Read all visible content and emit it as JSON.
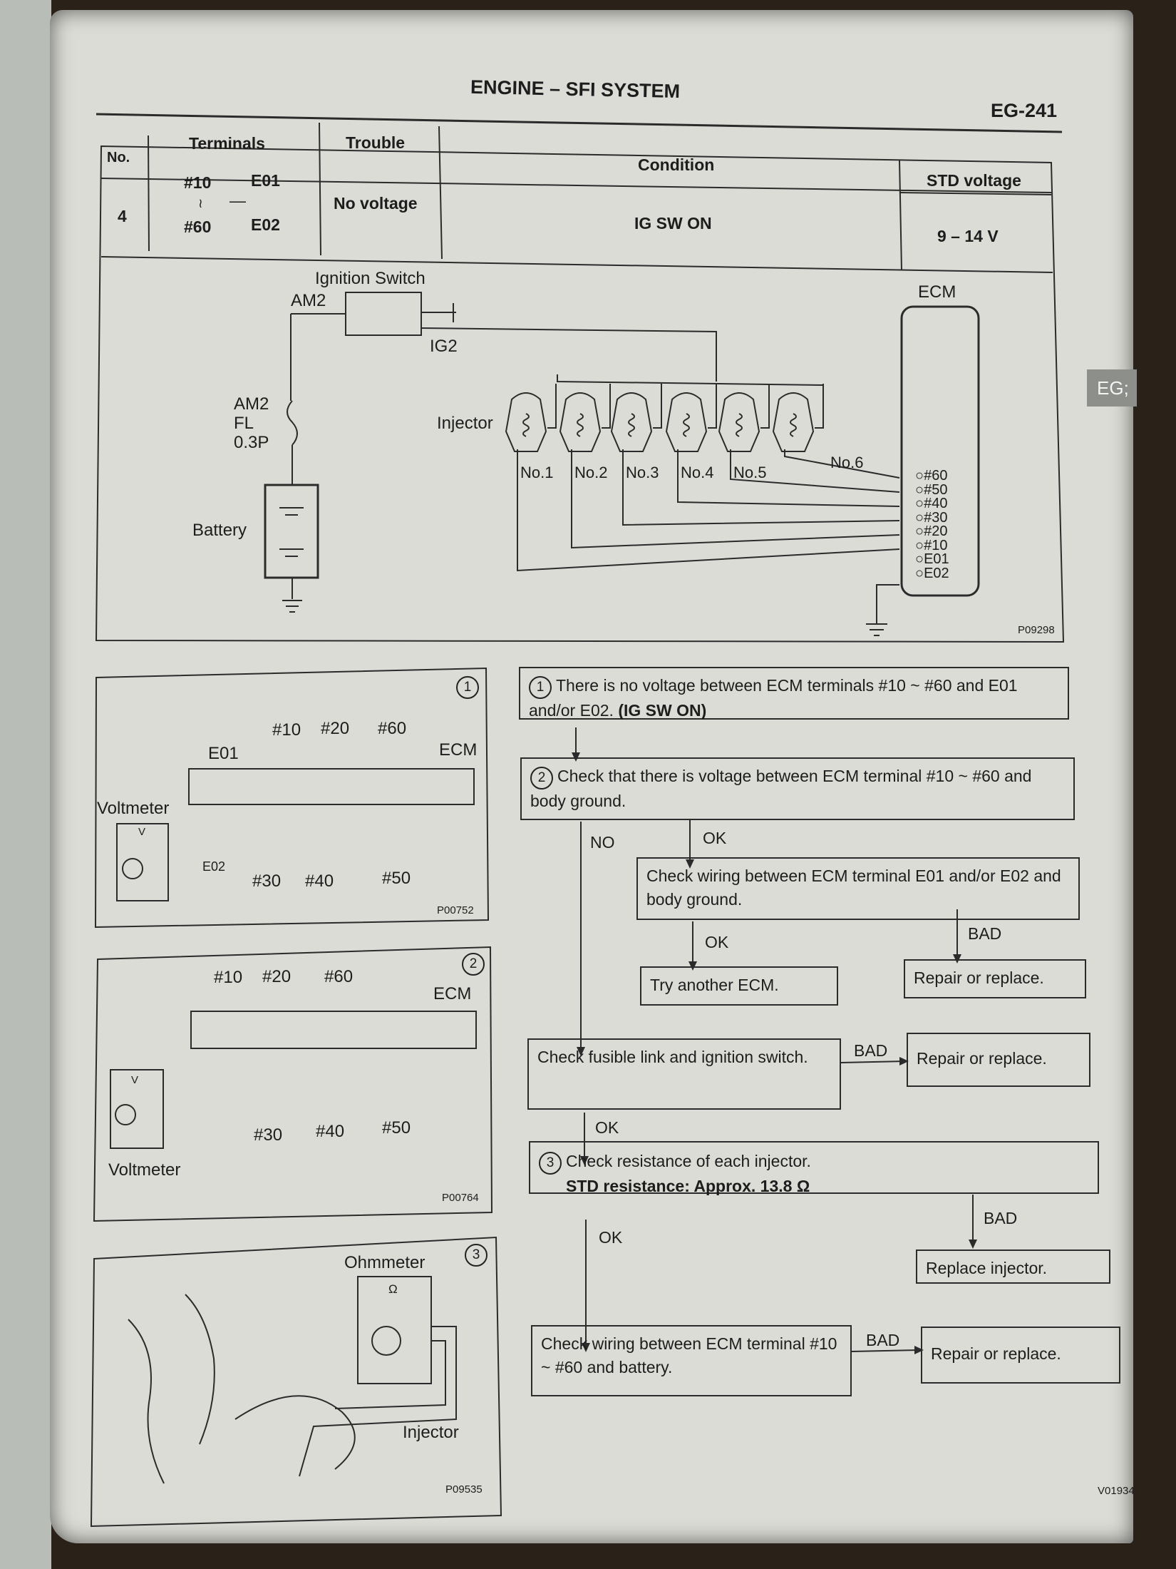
{
  "header": {
    "title": "ENGINE – SFI SYSTEM",
    "page_code": "EG-241"
  },
  "side_tab": "EG;",
  "table": {
    "headers": {
      "no": "No.",
      "terminals": "Terminals",
      "trouble": "Trouble",
      "condition": "Condition",
      "std_voltage": "STD voltage"
    },
    "row": {
      "no": "4",
      "term_a1": "#10",
      "term_a2": "E01",
      "term_sep1": "≀",
      "term_sep2": "—",
      "term_b1": "#60",
      "term_b2": "E02",
      "trouble": "No voltage",
      "condition": "IG SW ON",
      "std_voltage": "9 – 14 V"
    }
  },
  "circuit": {
    "ignition_switch": "Ignition Switch",
    "am2": "AM2",
    "ig2": "IG2",
    "fuse": {
      "l1": "AM2",
      "l2": "FL",
      "l3": "0.3P"
    },
    "battery": "Battery",
    "injector": "Injector",
    "ecm": "ECM",
    "injectors": [
      "No.1",
      "No.2",
      "No.3",
      "No.4",
      "No.5",
      "No.6"
    ],
    "ecm_terminals": [
      "#60",
      "#50",
      "#40",
      "#30",
      "#20",
      "#10",
      "E01",
      "E02"
    ],
    "fig_code": "P09298"
  },
  "fig1": {
    "num": "1",
    "t10": "#10",
    "t20": "#20",
    "t60": "#60",
    "e01": "E01",
    "e02": "E02",
    "ecm": "ECM",
    "voltmeter": "Voltmeter",
    "meter_symbol": "V",
    "t30": "#30",
    "t40": "#40",
    "t50": "#50",
    "code": "P00752"
  },
  "fig2": {
    "num": "2",
    "t10": "#10",
    "t20": "#20",
    "t60": "#60",
    "ecm": "ECM",
    "voltmeter": "Voltmeter",
    "meter_symbol": "V",
    "t30": "#30",
    "t40": "#40",
    "t50": "#50",
    "code": "P00764"
  },
  "fig3": {
    "num": "3",
    "ohmmeter": "Ohmmeter",
    "meter_symbol": "Ω",
    "injector": "Injector",
    "code": "P09535"
  },
  "flow": {
    "s1_num": "1",
    "s1": "There is no voltage between ECM terminals #10 ~ #60 and E01 and/or E02.",
    "s1_bold": "(IG SW ON)",
    "s2_num": "2",
    "s2": "Check that there is voltage between ECM terminal #10 ~ #60 and body ground.",
    "no": "NO",
    "ok": "OK",
    "bad": "BAD",
    "check_e01": "Check wiring between ECM terminal E01 and/or E02 and body ground.",
    "try_ecm": "Try another ECM.",
    "repair1": "Repair or replace.",
    "fusible": "Check fusible link and ignition switch.",
    "repair2": "Repair or replace.",
    "s3_num": "3",
    "s3": "Check resistance of each injector.",
    "s3_bold": "STD resistance: Approx. 13.8 Ω",
    "replace_injector": "Replace injector.",
    "check_battery": "Check wiring between ECM terminal #10 ~ #60 and battery.",
    "repair3": "Repair or replace."
  },
  "footer_code": "V01934"
}
